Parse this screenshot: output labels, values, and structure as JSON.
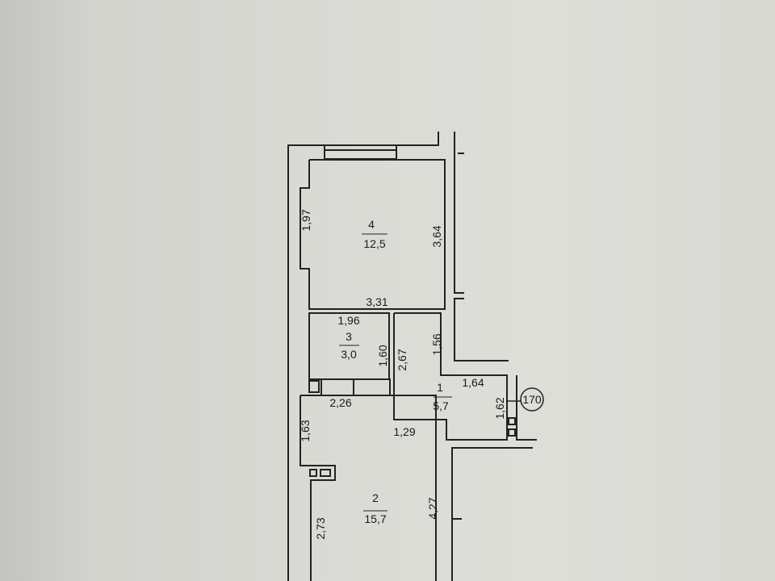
{
  "rooms": [
    {
      "number": "4",
      "area": "12,5"
    },
    {
      "number": "3",
      "area": "3,0"
    },
    {
      "number": "1",
      "area": "5,7"
    },
    {
      "number": "2",
      "area": "15,7"
    }
  ],
  "dimensions": {
    "room4_left": "1,97",
    "room4_right": "3,64",
    "room4_bottom": "3,31",
    "room3_top": "1,96",
    "room3_right": "1,60",
    "room1_left": "2,67",
    "room1_right": "1,56",
    "room1_top": "1,64",
    "room1_side": "1,62",
    "room2_top": "2,26",
    "room2_door": "1,29",
    "room2_left_upper": "1,63",
    "room2_left_lower": "2,73",
    "room2_right": "4,27"
  },
  "apartment_number": "170"
}
